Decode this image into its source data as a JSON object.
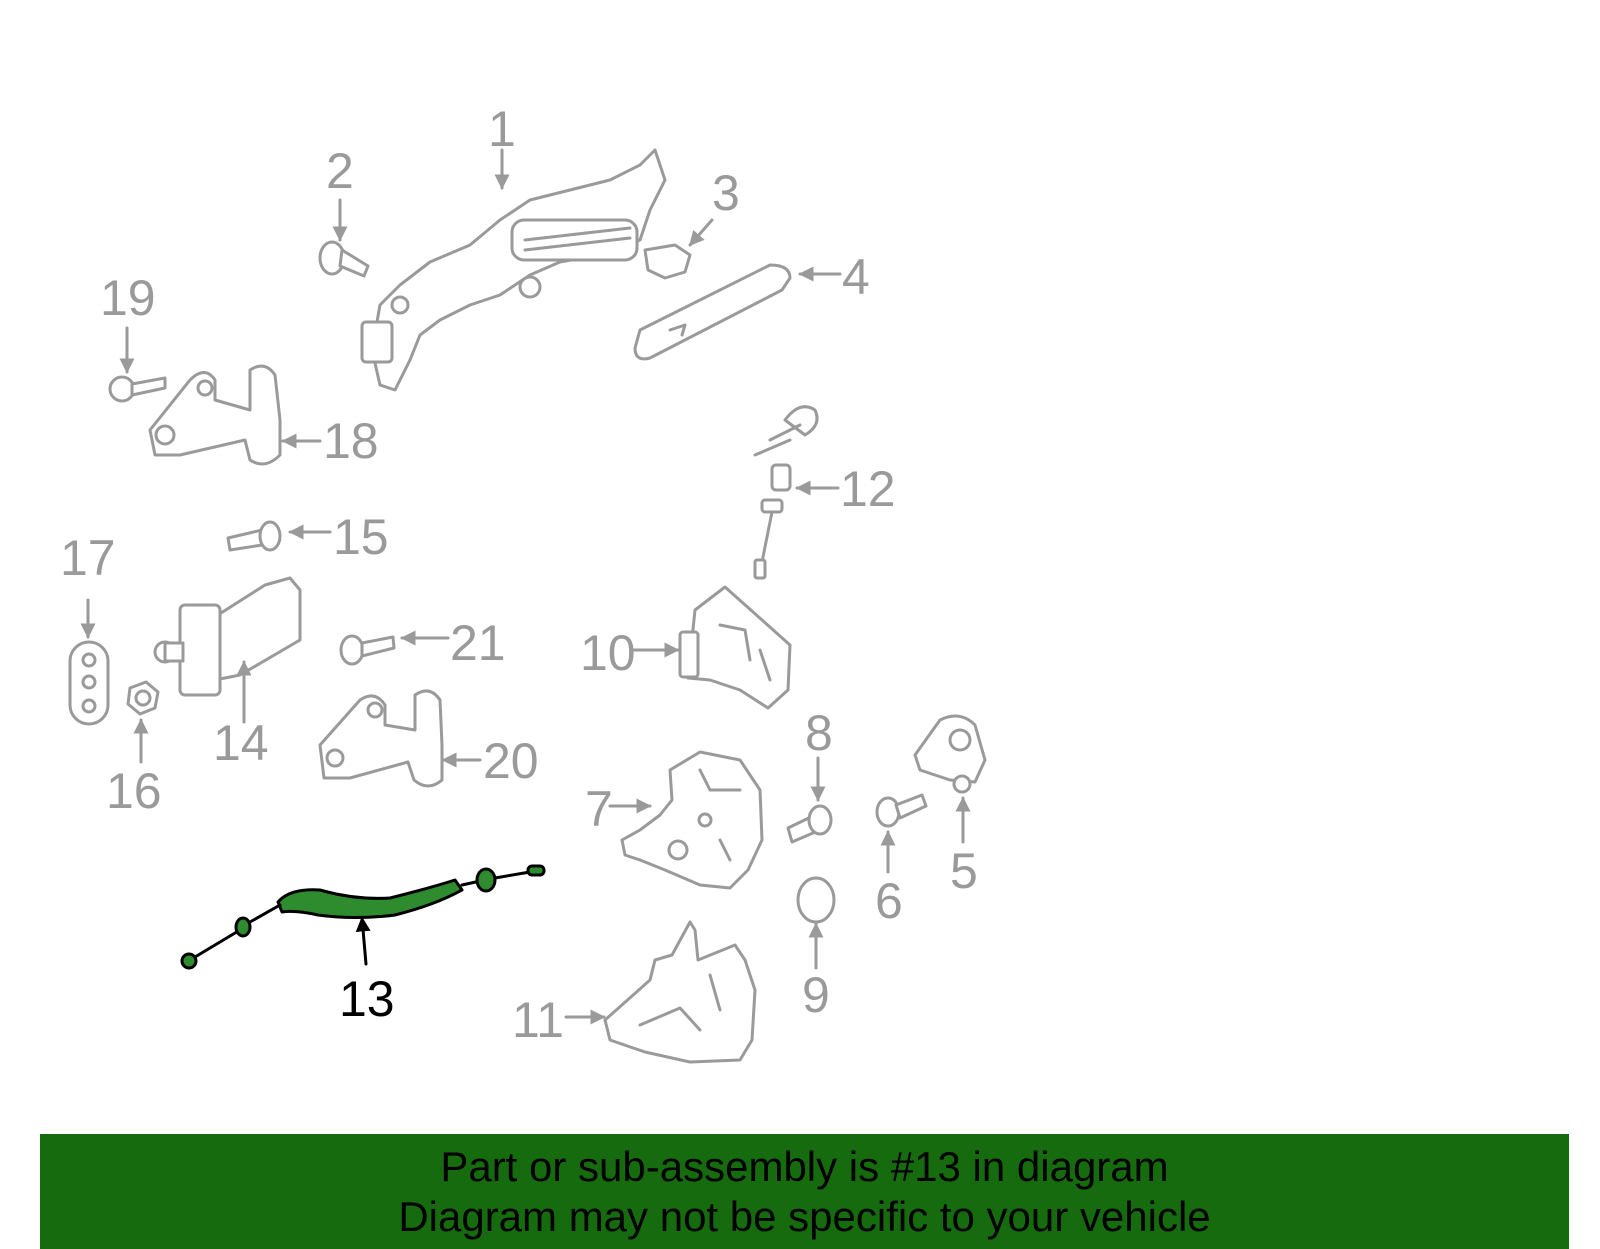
{
  "diagram": {
    "highlighted_part": "13",
    "labels": [
      "1",
      "2",
      "3",
      "4",
      "5",
      "6",
      "7",
      "8",
      "9",
      "10",
      "11",
      "12",
      "13",
      "14",
      "15",
      "16",
      "17",
      "18",
      "19",
      "20",
      "21"
    ]
  },
  "banner": {
    "line1": "Part or sub-assembly is #13 in diagram",
    "line2": "Diagram may not be specific to your vehicle",
    "background": "#156b0e"
  },
  "colors": {
    "highlight": "#2e8b2e",
    "parts": "#9a9a9a"
  }
}
